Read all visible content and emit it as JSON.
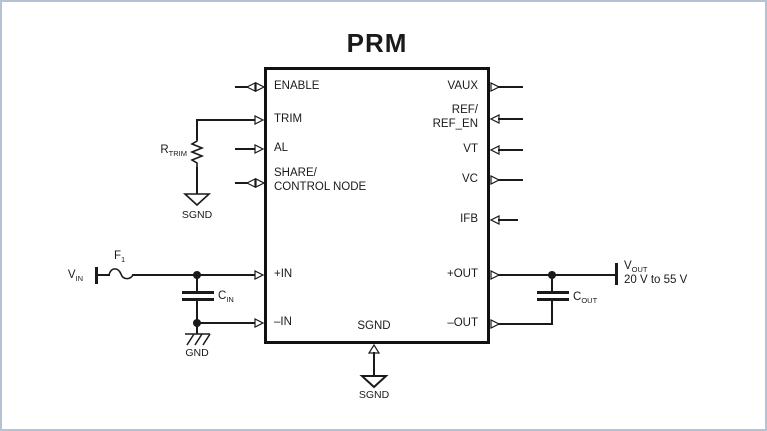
{
  "title": "PRM",
  "pins": {
    "left": [
      {
        "label": "ENABLE",
        "direction": "bidirectional"
      },
      {
        "label": "TRIM",
        "direction": "input"
      },
      {
        "label": "AL",
        "direction": "input"
      },
      {
        "label_line1": "SHARE/",
        "label_line2": "CONTROL NODE",
        "direction": "bidirectional"
      },
      {
        "label": "+IN",
        "direction": "input"
      },
      {
        "label": "–IN",
        "direction": "input"
      }
    ],
    "right": [
      {
        "label": "VAUX",
        "direction": "output"
      },
      {
        "label_line1": "REF/",
        "label_line2": "REF_EN",
        "direction": "input"
      },
      {
        "label": "VT",
        "direction": "input"
      },
      {
        "label": "VC",
        "direction": "output"
      },
      {
        "label": "IFB",
        "direction": "input"
      },
      {
        "label": "+OUT",
        "direction": "output"
      },
      {
        "label": "–OUT",
        "direction": "output"
      }
    ],
    "bottom": {
      "label": "SGND",
      "direction": "input"
    }
  },
  "components": {
    "v_in": {
      "main": "V",
      "sub": "IN"
    },
    "fuse": {
      "main": "F",
      "sub": "1"
    },
    "c_in": {
      "main": "C",
      "sub": "IN"
    },
    "input_ground": {
      "label": "GND"
    },
    "r_trim": {
      "main": "R",
      "sub": "TRIM"
    },
    "trim_ground": {
      "label": "SGND"
    },
    "c_out": {
      "main": "C",
      "sub": "OUT"
    },
    "v_out": {
      "main": "V",
      "sub": "OUT",
      "range": "20 V to 55 V"
    },
    "signal_ground": {
      "label": "SGND"
    }
  },
  "colors": {
    "line": "#1a1a1a",
    "frame_border": "#b4c3d3",
    "background": "#ffffff"
  }
}
